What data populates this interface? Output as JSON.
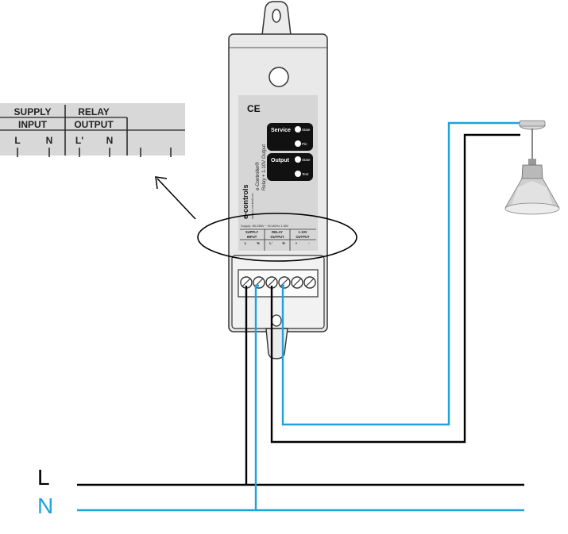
{
  "colors": {
    "line_wire": "#000000",
    "neutral_wire": "#1ea3dc",
    "device_body": "#e8e8e8",
    "label_panel": "#d6d6d6",
    "button_fill": "#111111"
  },
  "mains": {
    "line_label": "L",
    "neutral_label": "N"
  },
  "zoom_callout": {
    "supply_header_1": "SUPPLY",
    "supply_header_2": "INPUT",
    "relay_header_1": "RELAY",
    "relay_header_2": "OUTPUT",
    "terminals": [
      "L",
      "N",
      "L'",
      "N"
    ]
  },
  "device": {
    "ce_mark": "CE",
    "brand": "e-controls",
    "product_name": "e-Controller®",
    "product_sub": "Relay + 1-10V Output",
    "web": "www.e-controls.es",
    "service_label": "Service",
    "service_btn_1": "State",
    "service_btn_2": "Pin",
    "output_label": "Output",
    "output_btn_1": "State",
    "output_btn_2": "Test",
    "supply_spec": "Supply: 85-265V ~ 50-60Hz 1.5W",
    "terminal_groups": [
      {
        "line1": "SUPPLY",
        "line2": "INPUT",
        "pins": [
          "L",
          "N"
        ]
      },
      {
        "line1": "RELAY",
        "line2": "OUTPUT",
        "pins": [
          "L'",
          "N"
        ]
      },
      {
        "line1": "1-10V",
        "line2": "OUTPUT",
        "pins": [
          "+",
          "-"
        ]
      }
    ]
  },
  "icons": [
    "zoom-ellipse-icon",
    "arrow-icon",
    "pendant-lamp-icon",
    "screw-terminal-icon"
  ]
}
